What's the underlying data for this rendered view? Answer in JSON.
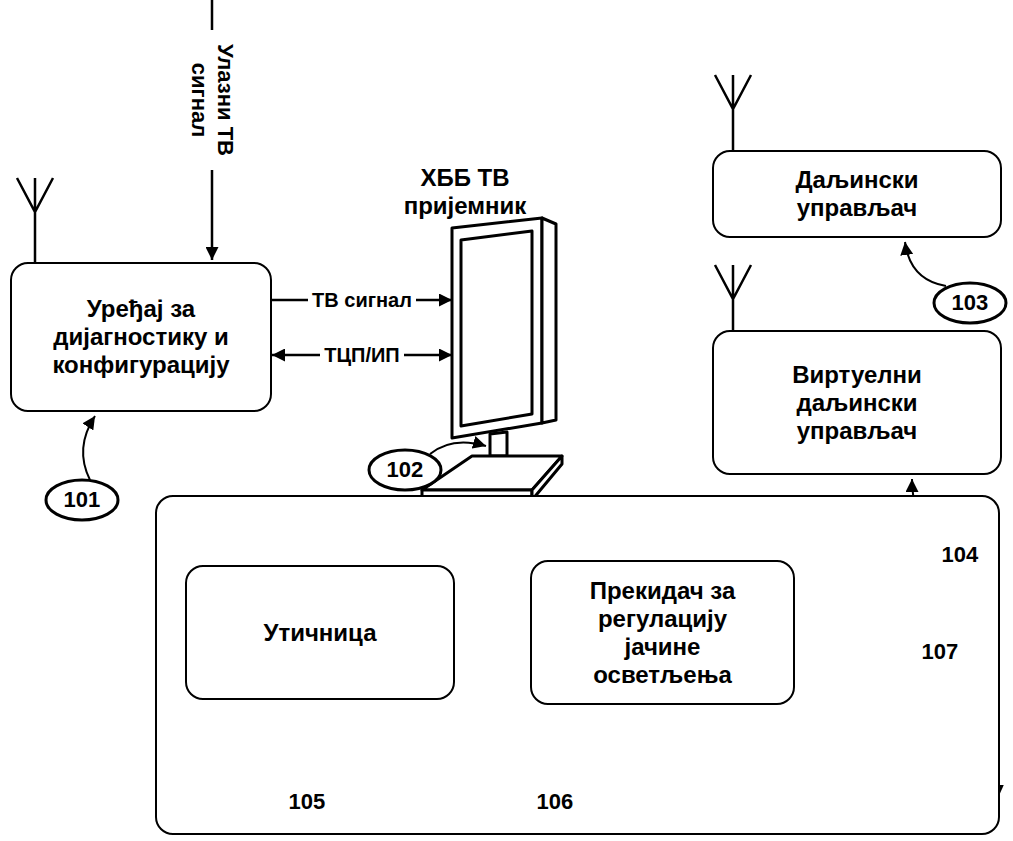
{
  "diagram": {
    "nodes": [
      {
        "text": [
          "Уређај за дијагностику и конфигурацију"
        ]
      },
      {
        "text": [
          "ХББ ТВ пријемник"
        ]
      },
      {
        "text": [
          "Даљински управљач"
        ]
      },
      {
        "text": [
          "Виртуелни даљински управљач"
        ]
      },
      {
        "text": []
      },
      {
        "text": [
          "Утичница"
        ],
        "in": 4
      },
      {
        "text": [
          "Прекидач за регулацију јачине осветљења"
        ],
        "in": 4
      }
    ],
    "edges": [
      {
        "from": 0,
        "to": 1,
        "arrow": "to",
        "label": "ТВ сигнал"
      },
      {
        "from": 0,
        "to": 1,
        "arrow": "both",
        "label": "ТЦП/ИП"
      }
    ],
    "labels": [
      "Улазни ТВ сигнал",
      "101",
      "102",
      "103",
      "104",
      "105",
      "106",
      "107"
    ]
  }
}
